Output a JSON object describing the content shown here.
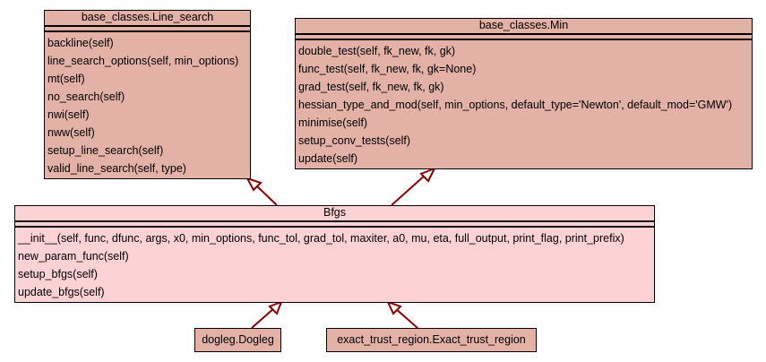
{
  "colors": {
    "base_fill": "#e3b1a5",
    "focus_fill": "#fdd2d4",
    "edge": "#8b0000"
  },
  "classes": {
    "line_search": {
      "name": "base_classes.Line_search",
      "methods": [
        "backline(self)",
        "line_search_options(self, min_options)",
        "mt(self)",
        "no_search(self)",
        "nwi(self)",
        "nww(self)",
        "setup_line_search(self)",
        "valid_line_search(self, type)"
      ]
    },
    "min": {
      "name": "base_classes.Min",
      "methods": [
        "double_test(self, fk_new, fk, gk)",
        "func_test(self, fk_new, fk, gk=None)",
        "grad_test(self, fk_new, fk, gk)",
        "hessian_type_and_mod(self, min_options, default_type='Newton', default_mod='GMW')",
        "minimise(self)",
        "setup_conv_tests(self)",
        "update(self)"
      ]
    },
    "bfgs": {
      "name": "Bfgs",
      "methods": [
        "__init__(self, func, dfunc, args, x0, min_options, func_tol, grad_tol, maxiter, a0, mu, eta, full_output, print_flag, print_prefix)",
        "new_param_func(self)",
        "setup_bfgs(self)",
        "update_bfgs(self)"
      ]
    },
    "dogleg": {
      "name": "dogleg.Dogleg"
    },
    "exact_trust_region": {
      "name": "exact_trust_region.Exact_trust_region"
    }
  },
  "edges": [
    {
      "from": "Bfgs",
      "to": "base_classes.Line_search",
      "type": "inheritance"
    },
    {
      "from": "Bfgs",
      "to": "base_classes.Min",
      "type": "inheritance"
    },
    {
      "from": "dogleg.Dogleg",
      "to": "Bfgs",
      "type": "inheritance"
    },
    {
      "from": "exact_trust_region.Exact_trust_region",
      "to": "Bfgs",
      "type": "inheritance"
    }
  ]
}
